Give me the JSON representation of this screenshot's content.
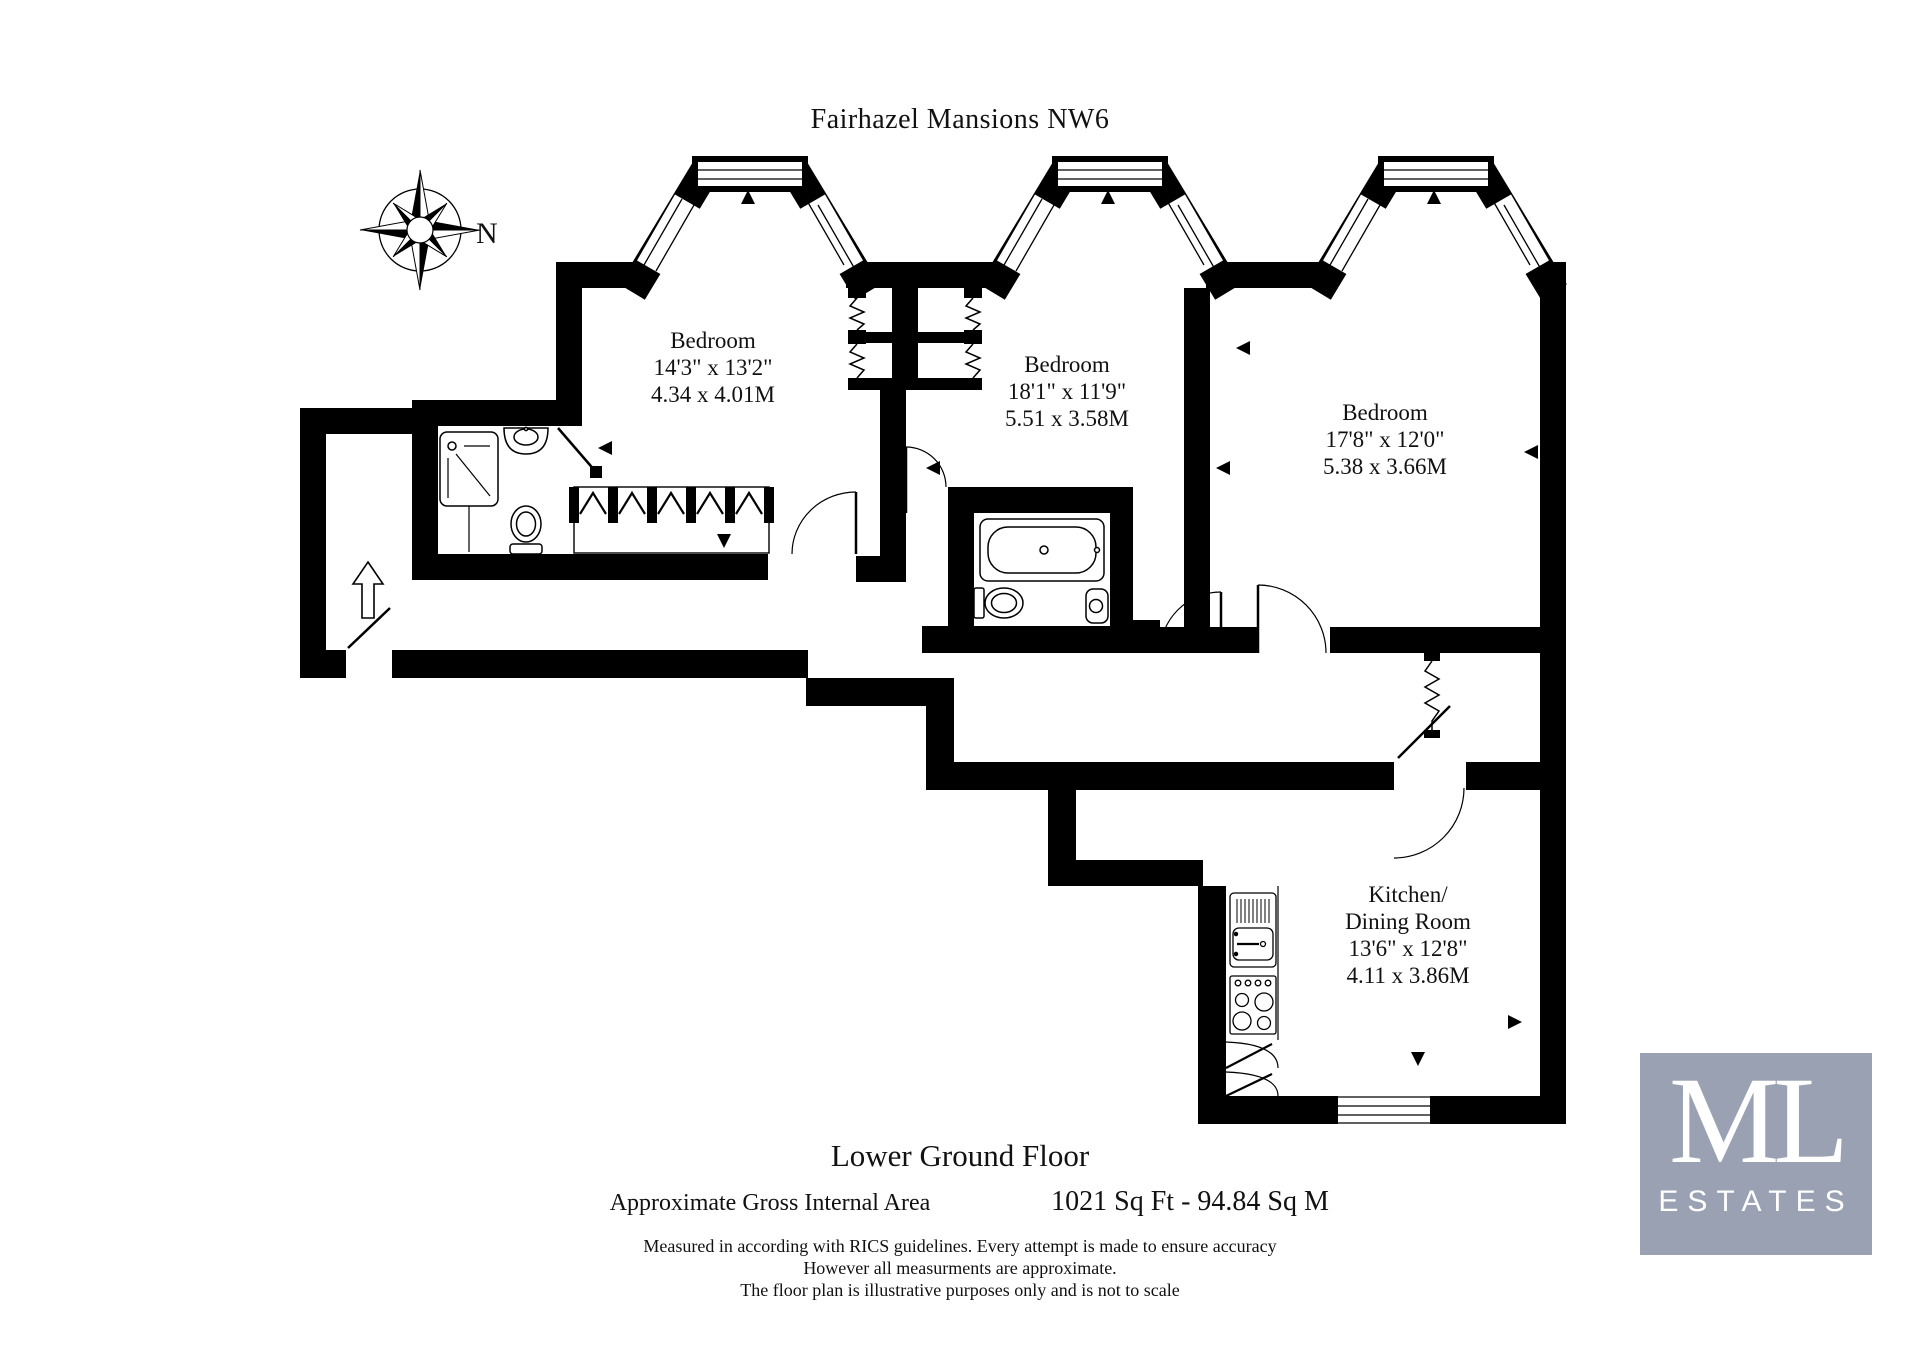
{
  "title": "Fairhazel Mansions NW6",
  "compass": {
    "north_label": "N"
  },
  "rooms": [
    {
      "name": "Bedroom",
      "imperial": "14'3\" x 13'2\"",
      "metric": "4.34 x 4.01M"
    },
    {
      "name": "Bedroom",
      "imperial": "18'1\" x 11'9\"",
      "metric": "5.51 x 3.58M"
    },
    {
      "name": "Bedroom",
      "imperial": "17'8\" x 12'0\"",
      "metric": "5.38 x 3.66M"
    },
    {
      "name": "Kitchen/",
      "name_line2": "Dining Room",
      "imperial": "13'6\" x 12'8\"",
      "metric": "4.11 x 3.86M"
    }
  ],
  "footer": {
    "floor_title": "Lower Ground Floor",
    "area_label": "Approximate Gross Internal Area",
    "area_value": "1021 Sq Ft - 94.84 Sq M",
    "disclaimer_line1": "Measured in according with RICS guidelines. Every attempt is made to ensure accuracy",
    "disclaimer_line2": "However all measurments are approximate.",
    "disclaimer_line3": "The floor plan is illustrative purposes only and is not to scale"
  },
  "logo": {
    "monogram": "ML",
    "name": "ESTATES",
    "background_color": "#99a1b3"
  },
  "colors": {
    "walls": "#000000",
    "background": "#ffffff"
  }
}
